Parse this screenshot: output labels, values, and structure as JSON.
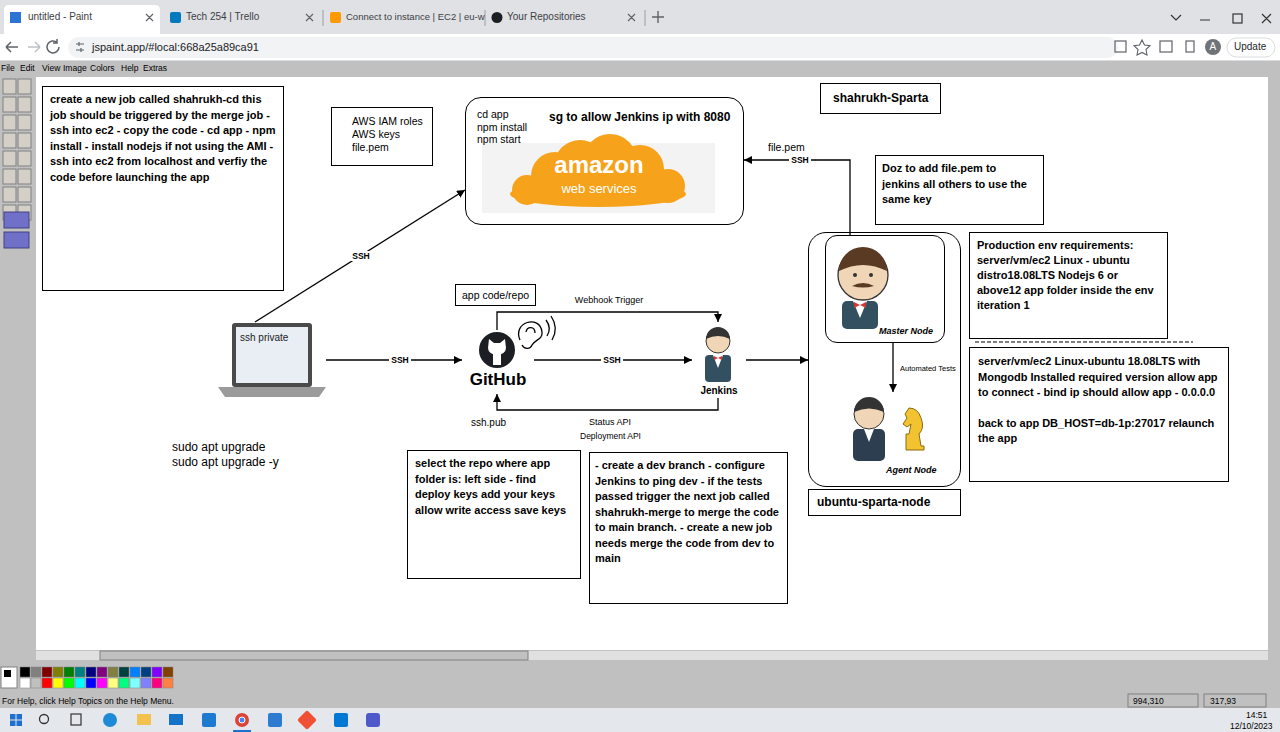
{
  "diagram": {
    "nodes": [
      {
        "text": [
          "create a new job called shahrukh-cd this job should be triggered by the merge job - ssh into ec2 - copy the code - cd app - npm install - install nodejs if not using the AMI - ssh into ec2 from localhost and verfiy the code before launching the app"
        ]
      },
      {
        "text": [
          "AWS IAM roles AWS keys file.pem"
        ]
      },
      {
        "text": [
          "cd app npm install npm start",
          "sg to allow Jenkins ip with 8080",
          "amazon",
          "web services"
        ]
      },
      {
        "text": [
          "shahrukh-Sparta"
        ]
      },
      {
        "text": [
          "Doz to add file.pem to jenkins all others to use the same key"
        ]
      },
      {
        "text": [
          "ubuntu-sparta-node"
        ]
      },
      {
        "text": [
          "Master Node"
        ],
        "in": 5
      },
      {
        "text": [
          "Agent Node"
        ],
        "in": 5
      },
      {
        "text": [
          "Production env requirements: server/vm/ec2 Linux - ubuntu distro18.08LTS Nodejs 6 or above12 app folder inside the env iteration 1"
        ]
      },
      {
        "text": [
          "server/vm/ec2 Linux-ubuntu 18.08LTS with Mongodb Installed required version allow app to connect - bind ip should allow app - 0.0.0.0",
          "back to app DB_HOST=db-1p:27017 relaunch the app"
        ]
      },
      {
        "text": [
          "ssh private"
        ]
      },
      {
        "text": [
          "app code/repo"
        ]
      },
      {
        "text": [
          "GitHub"
        ]
      },
      {
        "text": [
          "Jenkins"
        ]
      },
      {
        "text": [
          "select the repo where app folder is: left side - find deploy keys add your keys allow write access save keys"
        ]
      },
      {
        "text": [
          "- create a dev branch - configure Jenkins to ping dev - if the tests passed trigger the next job called shahrukh-merge to merge the code to main branch. - create a new job needs merge the code from dev to main"
        ]
      }
    ],
    "edges": [
      {
        "from": 10,
        "to": 12,
        "label": "SSH",
        "arrow": "to"
      },
      {
        "from": 10,
        "to": 2,
        "label": "SSH",
        "arrow": "to"
      },
      {
        "from": 12,
        "to": 13,
        "label": "SSH",
        "arrow": "to"
      },
      {
        "from": 12,
        "to": 13,
        "label": "Webhook Trigger",
        "arrow": "to"
      },
      {
        "from": 13,
        "to": 12,
        "label": "Status API",
        "arrow": "to"
      },
      {
        "from": 13,
        "to": 5,
        "arrow": "to"
      },
      {
        "from": 6,
        "to": 7,
        "label": "Automated Tests",
        "arrow": "to"
      },
      {
        "from": 6,
        "to": 2,
        "label": "SSH",
        "arrow": "to"
      }
    ],
    "labels": [
      "untitled - Paint",
      "Tech 254 | Trello",
      "Connect to instance | EC2 | eu-w",
      "Your Repositories",
      "jspaint.app/#local:668a25a89ca91",
      "A",
      "Update",
      "File",
      "Edit",
      "View",
      "Image",
      "Colors",
      "Help",
      "Extras",
      "file.pem",
      "ssh.pub",
      "Deployment API",
      "sudo apt upgrade",
      "sudo apt upgrade -y",
      "For Help, click Help Topics on the Help Menu.",
      "994,310",
      "317,93",
      "14:51",
      "12/10/2023"
    ]
  }
}
